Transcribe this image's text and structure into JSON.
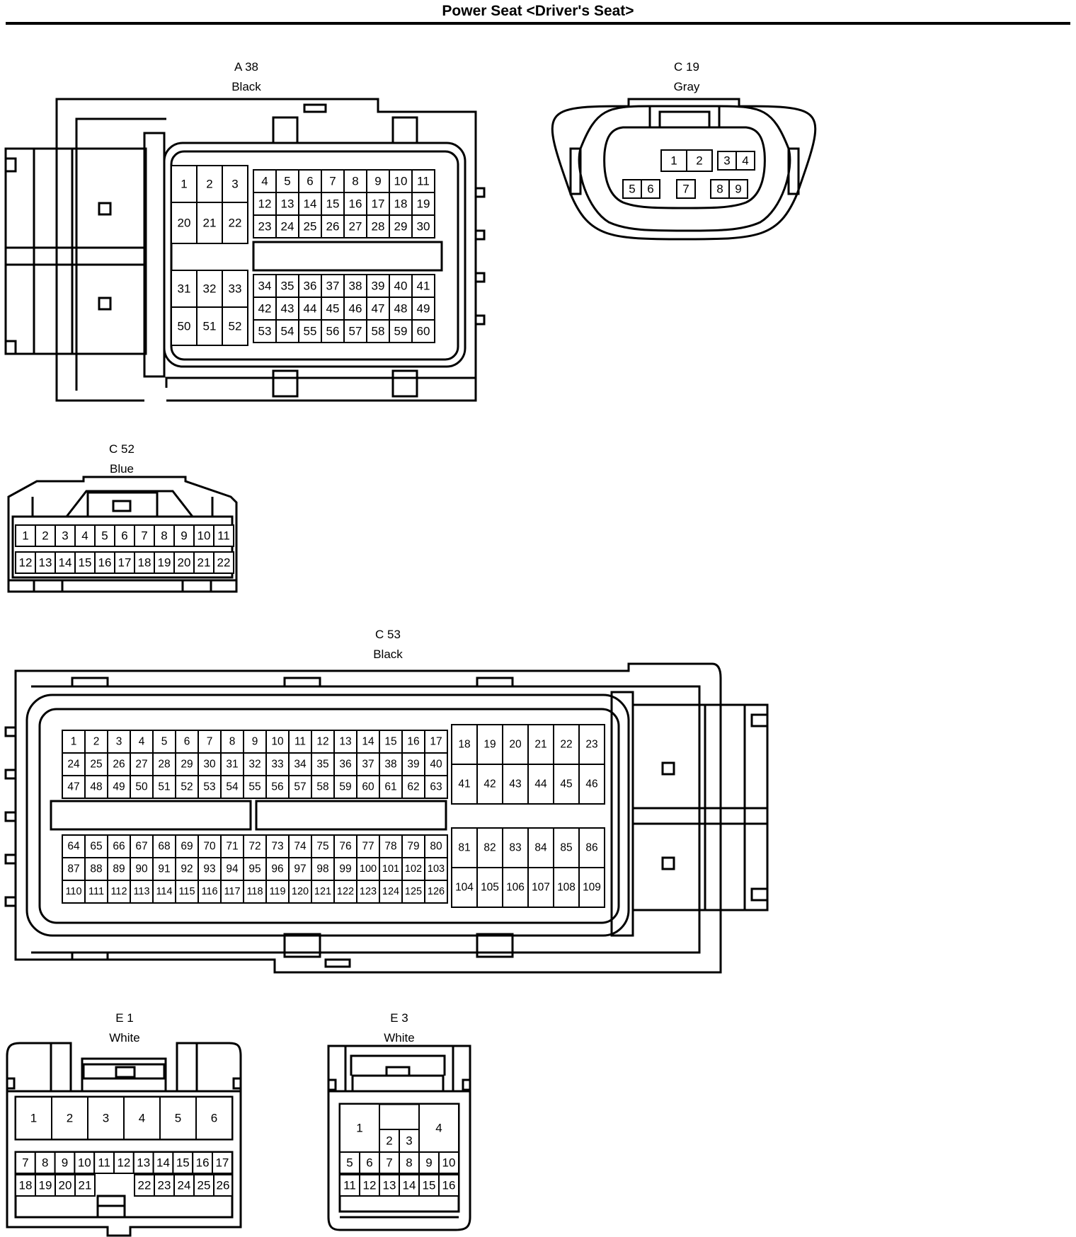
{
  "page": {
    "title": "Power Seat <Driver's Seat>"
  },
  "connectors": {
    "a38": {
      "code": "A 38",
      "color": "Black",
      "pins": [
        "1",
        "2",
        "3",
        "4",
        "5",
        "6",
        "7",
        "8",
        "9",
        "10",
        "11",
        "12",
        "13",
        "14",
        "15",
        "16",
        "17",
        "18",
        "19",
        "20",
        "21",
        "22",
        "23",
        "24",
        "25",
        "26",
        "27",
        "28",
        "29",
        "30",
        "31",
        "32",
        "33",
        "34",
        "35",
        "36",
        "37",
        "38",
        "39",
        "40",
        "41",
        "42",
        "43",
        "44",
        "45",
        "46",
        "47",
        "48",
        "49",
        "50",
        "51",
        "52",
        "53",
        "54",
        "55",
        "56",
        "57",
        "58",
        "59",
        "60"
      ]
    },
    "c19": {
      "code": "C 19",
      "color": "Gray",
      "pins": [
        "1",
        "2",
        "3",
        "4",
        "5",
        "6",
        "7",
        "8",
        "9"
      ]
    },
    "c52": {
      "code": "C 52",
      "color": "Blue",
      "pins": [
        "1",
        "2",
        "3",
        "4",
        "5",
        "6",
        "7",
        "8",
        "9",
        "10",
        "11",
        "12",
        "13",
        "14",
        "15",
        "16",
        "17",
        "18",
        "19",
        "20",
        "21",
        "22"
      ]
    },
    "c53": {
      "code": "C 53",
      "color": "Black",
      "pins": [
        "1",
        "2",
        "3",
        "4",
        "5",
        "6",
        "7",
        "8",
        "9",
        "10",
        "11",
        "12",
        "13",
        "14",
        "15",
        "16",
        "17",
        "18",
        "19",
        "20",
        "21",
        "22",
        "23",
        "24",
        "25",
        "26",
        "27",
        "28",
        "29",
        "30",
        "31",
        "32",
        "33",
        "34",
        "35",
        "36",
        "37",
        "38",
        "39",
        "40",
        "41",
        "42",
        "43",
        "44",
        "45",
        "46",
        "47",
        "48",
        "49",
        "50",
        "51",
        "52",
        "53",
        "54",
        "55",
        "56",
        "57",
        "58",
        "59",
        "60",
        "61",
        "62",
        "63",
        "64",
        "65",
        "66",
        "67",
        "68",
        "69",
        "70",
        "71",
        "72",
        "73",
        "74",
        "75",
        "76",
        "77",
        "78",
        "79",
        "80",
        "81",
        "82",
        "83",
        "84",
        "85",
        "86",
        "87",
        "88",
        "89",
        "90",
        "91",
        "92",
        "93",
        "94",
        "95",
        "96",
        "97",
        "98",
        "99",
        "100",
        "101",
        "102",
        "103",
        "104",
        "105",
        "106",
        "107",
        "108",
        "109",
        "110",
        "111",
        "112",
        "113",
        "114",
        "115",
        "116",
        "117",
        "118",
        "119",
        "120",
        "121",
        "122",
        "123",
        "124",
        "125",
        "126"
      ]
    },
    "e1": {
      "code": "E 1",
      "color": "White",
      "pins": [
        "1",
        "2",
        "3",
        "4",
        "5",
        "6",
        "7",
        "8",
        "9",
        "10",
        "11",
        "12",
        "13",
        "14",
        "15",
        "16",
        "17",
        "18",
        "19",
        "20",
        "21",
        "22",
        "23",
        "24",
        "25",
        "26"
      ]
    },
    "e3": {
      "code": "E 3",
      "color": "White",
      "pins": [
        "1",
        "2",
        "3",
        "4",
        "5",
        "6",
        "7",
        "8",
        "9",
        "10",
        "11",
        "12",
        "13",
        "14",
        "15",
        "16"
      ]
    }
  }
}
